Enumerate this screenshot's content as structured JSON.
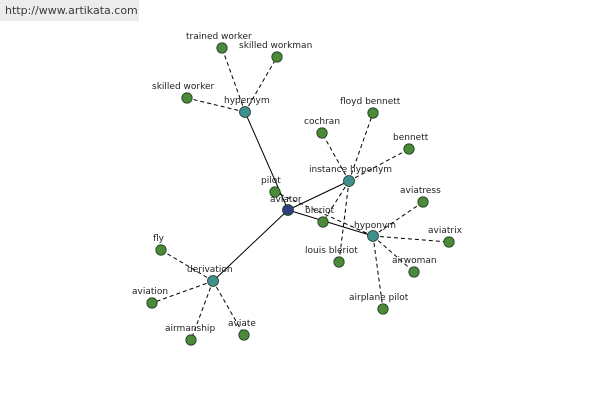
{
  "watermark": "http://www.artikata.com",
  "colors": {
    "center": "#2e3f7f",
    "relation": "#3f8f8f",
    "word": "#4a8a3a"
  },
  "nodes": [
    {
      "id": "aviator",
      "label": "aviator",
      "kind": "center"
    },
    {
      "id": "hypernym",
      "label": "hypernym",
      "kind": "relation"
    },
    {
      "id": "instance-hyponym",
      "label": "instance hyponym",
      "kind": "relation"
    },
    {
      "id": "hyponym",
      "label": "hyponym",
      "kind": "relation"
    },
    {
      "id": "derivation",
      "label": "derivation",
      "kind": "relation"
    },
    {
      "id": "trained-worker",
      "label": "trained worker",
      "kind": "word"
    },
    {
      "id": "skilled-workman",
      "label": "skilled workman",
      "kind": "word"
    },
    {
      "id": "skilled-worker",
      "label": "skilled worker",
      "kind": "word"
    },
    {
      "id": "floyd-bennett",
      "label": "floyd bennett",
      "kind": "word"
    },
    {
      "id": "cochran",
      "label": "cochran",
      "kind": "word"
    },
    {
      "id": "bennett",
      "label": "bennett",
      "kind": "word"
    },
    {
      "id": "pilot",
      "label": "pilot",
      "kind": "word"
    },
    {
      "id": "bleriot",
      "label": "bleriot",
      "kind": "word"
    },
    {
      "id": "louis-bleriot",
      "label": "louis bleriot",
      "kind": "word"
    },
    {
      "id": "aviatress",
      "label": "aviatress",
      "kind": "word"
    },
    {
      "id": "aviatrix",
      "label": "aviatrix",
      "kind": "word"
    },
    {
      "id": "airwoman",
      "label": "airwoman",
      "kind": "word"
    },
    {
      "id": "airplane-pilot",
      "label": "airplane pilot",
      "kind": "word"
    },
    {
      "id": "fly",
      "label": "fly",
      "kind": "word"
    },
    {
      "id": "aviation",
      "label": "aviation",
      "kind": "word"
    },
    {
      "id": "airmanship",
      "label": "airmanship",
      "kind": "word"
    },
    {
      "id": "aviate",
      "label": "aviate",
      "kind": "word"
    }
  ],
  "edges": [
    {
      "from": "aviator",
      "to": "hypernym",
      "style": "solid"
    },
    {
      "from": "aviator",
      "to": "instance-hyponym",
      "style": "solid"
    },
    {
      "from": "aviator",
      "to": "hyponym",
      "style": "solid"
    },
    {
      "from": "aviator",
      "to": "derivation",
      "style": "solid"
    },
    {
      "from": "hypernym",
      "to": "trained-worker",
      "style": "dashed"
    },
    {
      "from": "hypernym",
      "to": "skilled-workman",
      "style": "dashed"
    },
    {
      "from": "hypernym",
      "to": "skilled-worker",
      "style": "dashed"
    },
    {
      "from": "instance-hyponym",
      "to": "floyd-bennett",
      "style": "dashed"
    },
    {
      "from": "instance-hyponym",
      "to": "cochran",
      "style": "dashed"
    },
    {
      "from": "instance-hyponym",
      "to": "bennett",
      "style": "dashed"
    },
    {
      "from": "instance-hyponym",
      "to": "bleriot",
      "style": "dashed"
    },
    {
      "from": "instance-hyponym",
      "to": "louis-bleriot",
      "style": "dashed"
    },
    {
      "from": "hyponym",
      "to": "pilot",
      "style": "dashed"
    },
    {
      "from": "hyponym",
      "to": "aviatress",
      "style": "dashed"
    },
    {
      "from": "hyponym",
      "to": "aviatrix",
      "style": "dashed"
    },
    {
      "from": "hyponym",
      "to": "airwoman",
      "style": "dashed"
    },
    {
      "from": "hyponym",
      "to": "airplane-pilot",
      "style": "dashed"
    },
    {
      "from": "derivation",
      "to": "fly",
      "style": "dashed"
    },
    {
      "from": "derivation",
      "to": "aviation",
      "style": "dashed"
    },
    {
      "from": "derivation",
      "to": "airmanship",
      "style": "dashed"
    },
    {
      "from": "derivation",
      "to": "aviate",
      "style": "dashed"
    }
  ]
}
